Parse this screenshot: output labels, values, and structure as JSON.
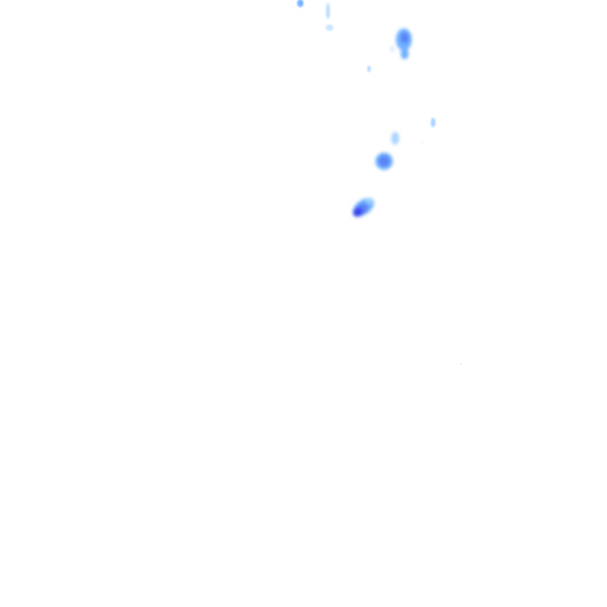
{
  "palette": {
    "background": "#ffffff",
    "light": "#a9d4ff",
    "medium": "#6fb0ff",
    "strong": "#5c82f5",
    "intense": "#3b43ee"
  },
  "echoes": [
    {
      "name": "precip-echo-top-left",
      "intensity": "medium"
    },
    {
      "name": "precip-echo-top-light-streak",
      "intensity": "light"
    },
    {
      "name": "precip-echo-top-right-cluster",
      "intensity": "medium"
    },
    {
      "name": "precip-echo-small-speck",
      "intensity": "light"
    },
    {
      "name": "precip-echo-right-small",
      "intensity": "light"
    },
    {
      "name": "precip-echo-mid-cluster",
      "intensity": "strong"
    },
    {
      "name": "precip-echo-bottom-core",
      "intensity": "intense"
    },
    {
      "name": "precip-echo-faint-dot",
      "intensity": "light"
    }
  ]
}
